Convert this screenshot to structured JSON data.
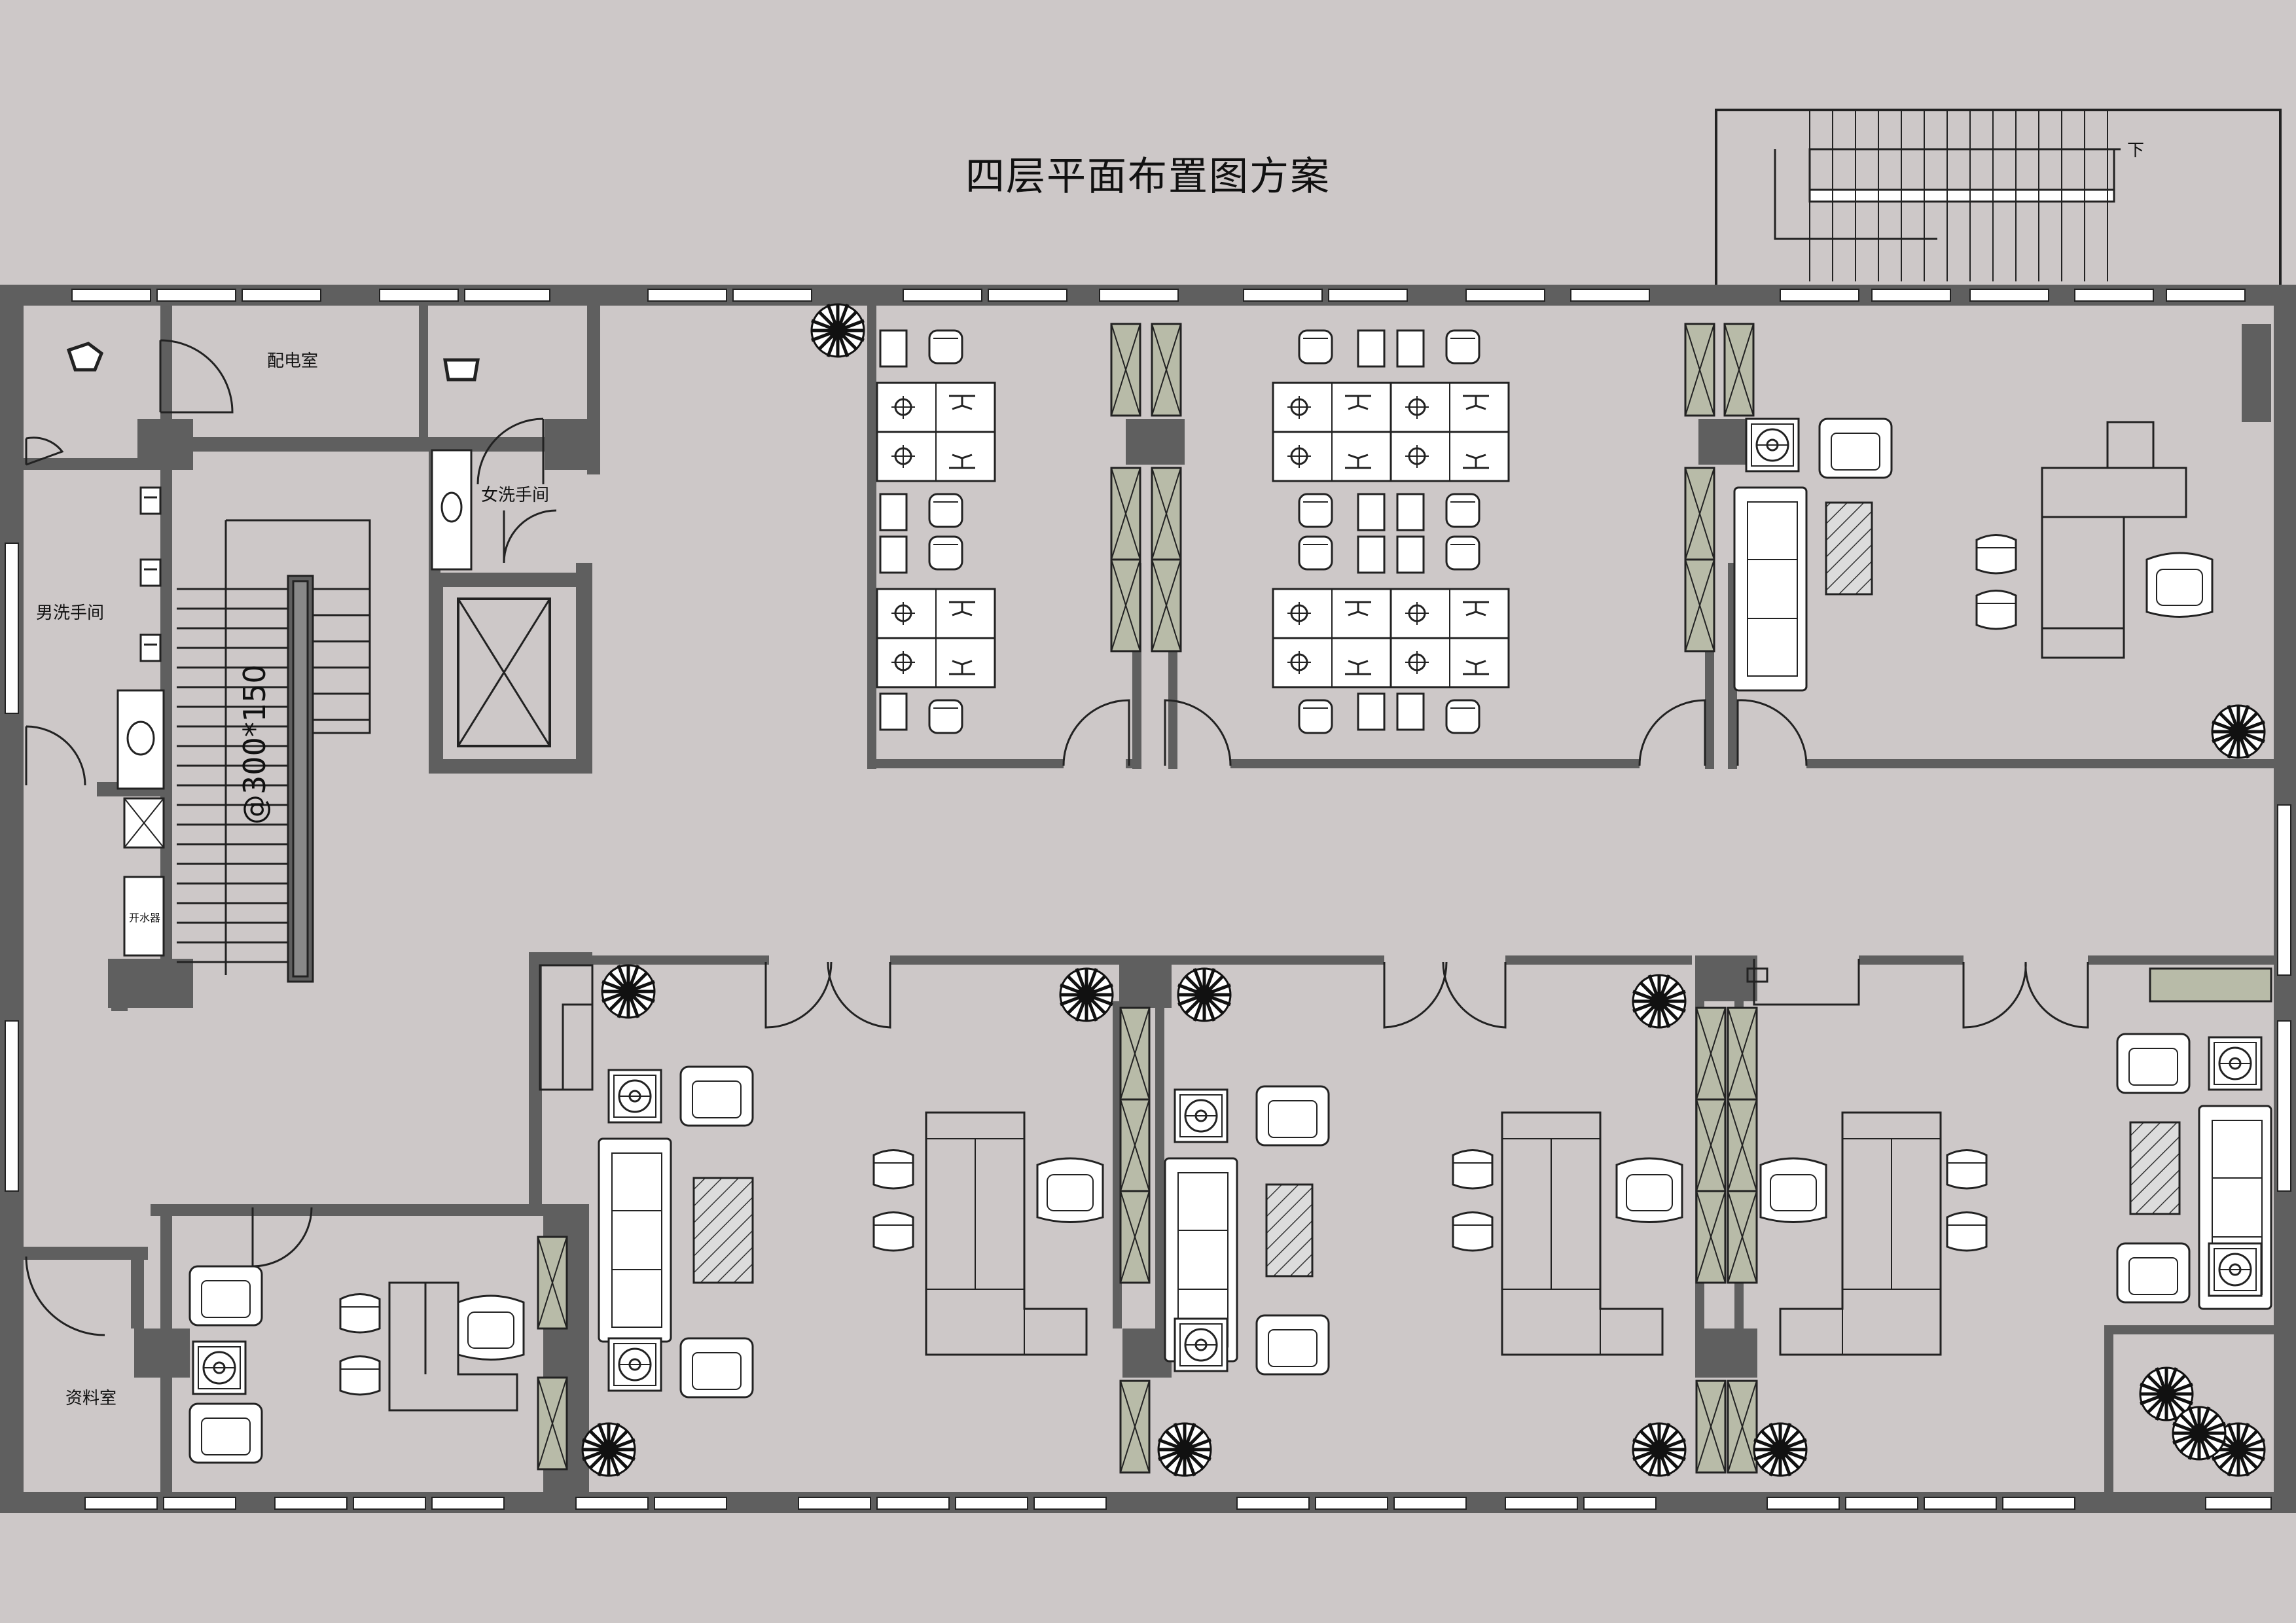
{
  "title": "四层平面布置图方案",
  "labels": {
    "power_room": "配电室",
    "womens_restroom": "女洗手间",
    "mens_restroom": "男洗手间",
    "water_heater": "开水器",
    "archive_room": "资料室",
    "stair_dimension": "@300*150",
    "stair_down": "下"
  },
  "colors": {
    "background": "#cdc8c8",
    "wall": "#5f5f5f",
    "line": "#222222",
    "furniture": "#ffffff",
    "partition_glass": "#b8bba8"
  }
}
